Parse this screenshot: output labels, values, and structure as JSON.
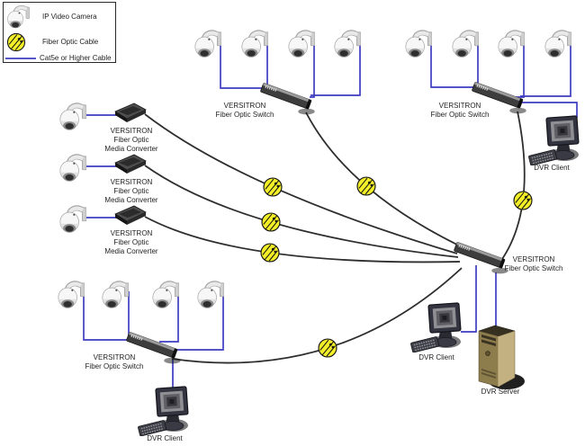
{
  "legend": {
    "items": [
      {
        "icon": "ip-camera-icon",
        "label": "IP Video Camera"
      },
      {
        "icon": "fiber-optic-cable-icon",
        "label": "Fiber Optic Cable"
      },
      {
        "icon": "cat5e-cable-icon",
        "label": "Cat5e or Higher Cable"
      }
    ]
  },
  "labels": {
    "brand": "VERSITRON",
    "fiber_switch": "Fiber Optic Switch",
    "media_converter_line1": "Fiber Optic",
    "media_converter_line2": "Media Converter",
    "dvr_client": "DVR Client",
    "dvr_server": "DVR Server"
  },
  "colors": {
    "cat5e-cable": "#3d3dc0",
    "fiber-cable": "#2e2e2e",
    "fiber-marker": "#f2ee28",
    "canvas-bg": "#ffffff"
  }
}
